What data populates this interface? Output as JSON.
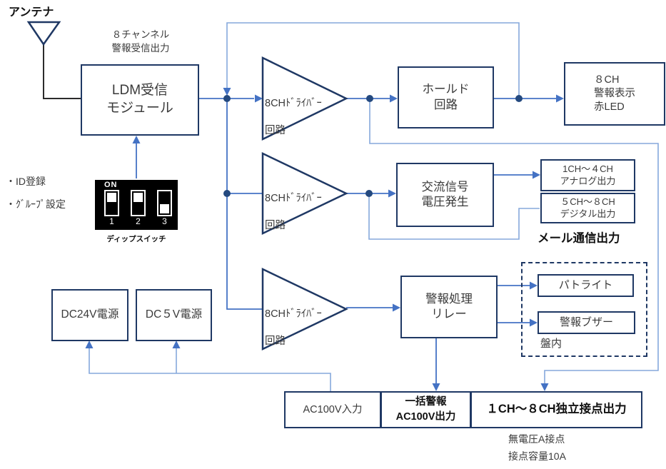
{
  "colors": {
    "box_border": "#1f3864",
    "wire_blue": "#4472c4",
    "wire_light_blue": "#85a8dc",
    "antenna_feed_black": "#2b2b2b",
    "dip_background": "#000000"
  },
  "antenna_label": "アンテナ",
  "receiver_output_note": "８チャンネル\n警報受信出力",
  "ldm_box": "LDM受信\nモジュール",
  "settings_note": "・ID登録\n・ｸﾞﾙｰﾌﾟ設定",
  "dip_switch": {
    "on_label": "ON",
    "positions": [
      "1",
      "2",
      "3"
    ],
    "caption": "ディップスイッチ"
  },
  "driver": {
    "line1": "8CHﾄﾞﾗｲﾊﾞｰ",
    "line2": "回路"
  },
  "hold_box": "ホールド\n回路",
  "led_box": "８CH\n警報表示\n赤LED",
  "ac_signal_box": "交流信号\n電圧発生",
  "analog_box": "1CH～４CH\nアナログ出力",
  "digital_box": "５CH～８CH\nデジタル出力",
  "mail_label": "メール通信出力",
  "relay_box": "警報処理\nリレー",
  "patlite_box": "パトライト",
  "buzzer_box": "警報ブザー",
  "panel_label": "盤内",
  "dc24_box": "DC24V電源",
  "dc5_box": "DC５V電源",
  "ac_input_box": "AC100V入力",
  "batch_alarm_box": "一括警報\nAC100V出力",
  "contact_output_box": "１CH～８CH独立接点出力",
  "contact_note": "無電圧A接点\n接点容量10A"
}
